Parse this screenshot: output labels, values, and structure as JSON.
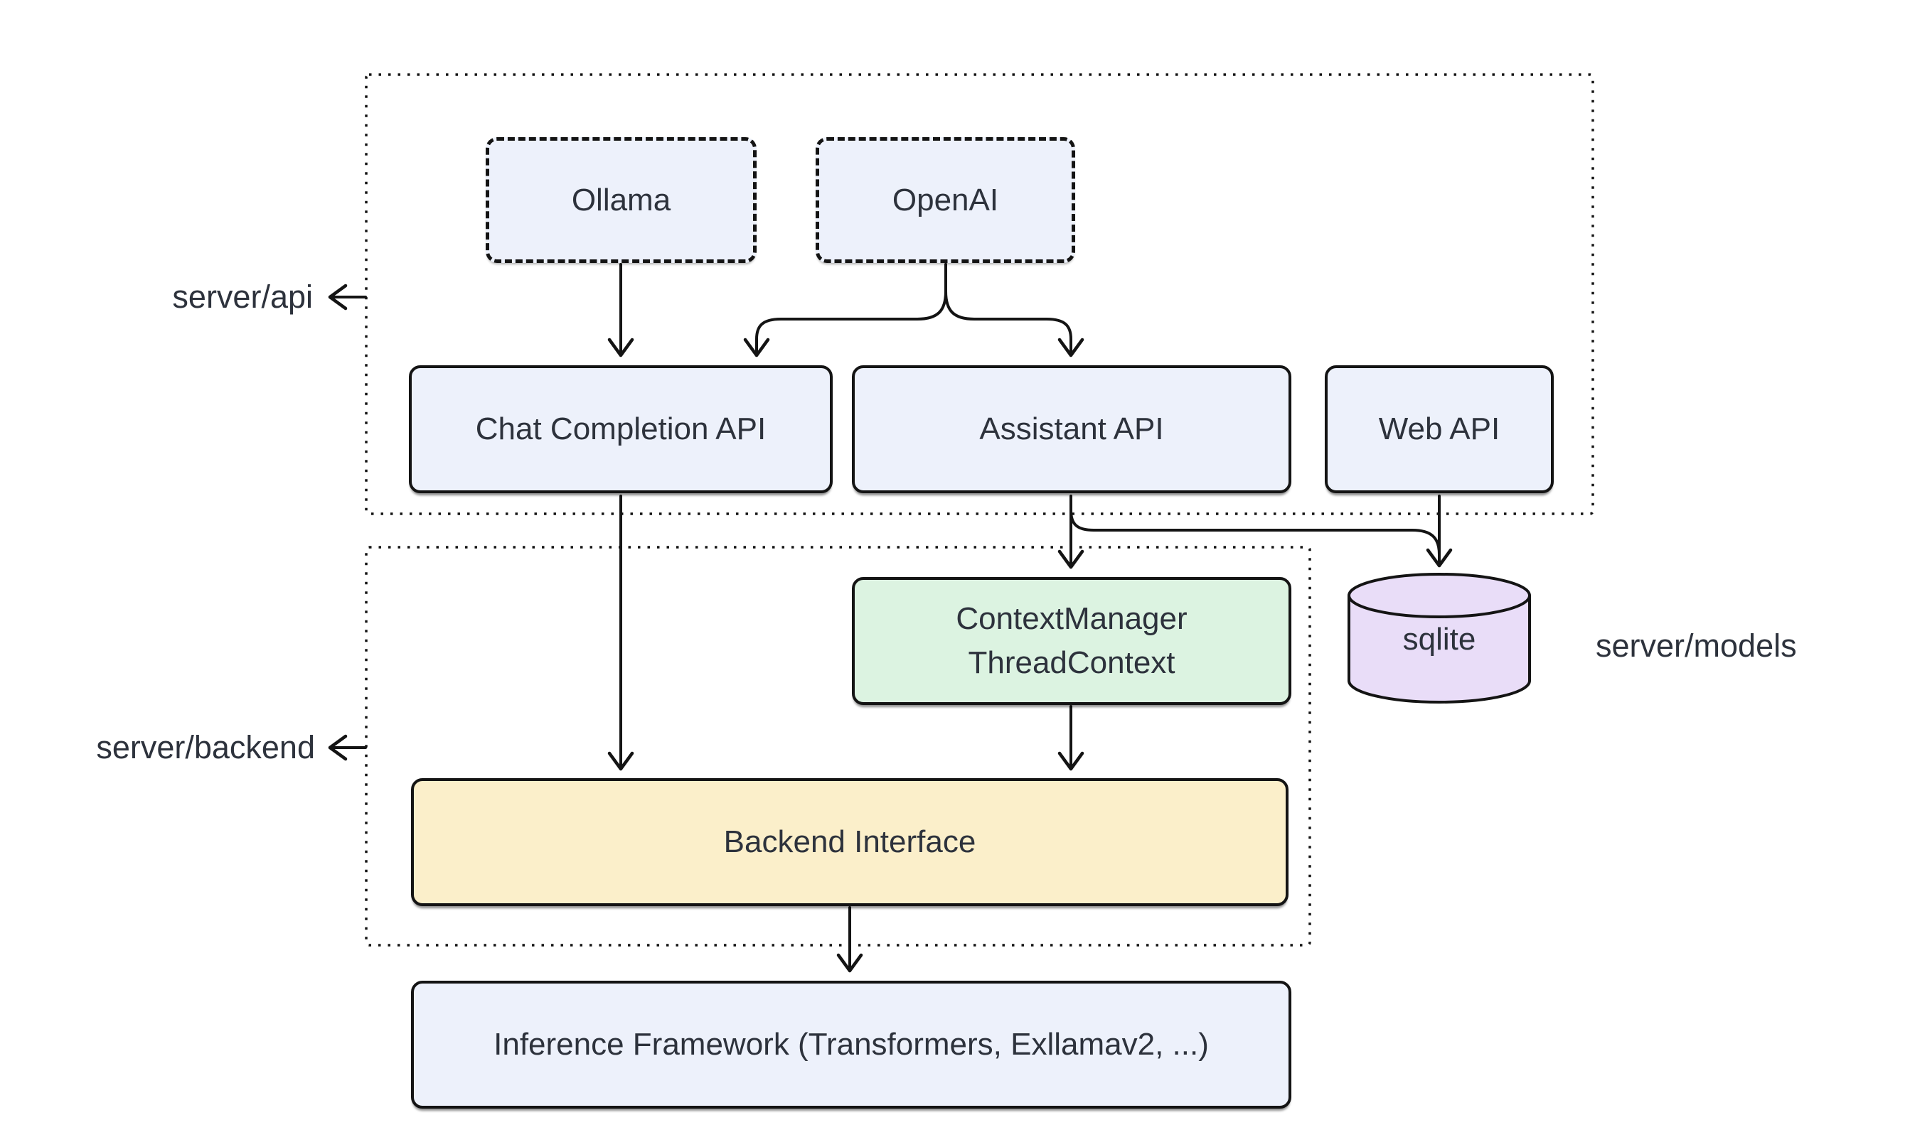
{
  "diagram": {
    "background": "#ffffff",
    "groups": {
      "server_api": {
        "label": "server/api"
      },
      "server_backend": {
        "label": "server/backend"
      },
      "server_models": {
        "label": "server/models"
      }
    },
    "nodes": {
      "ollama": {
        "label": "Ollama",
        "fill": "#edf1fb",
        "border_style": "dashed"
      },
      "openai": {
        "label": "OpenAI",
        "fill": "#edf1fb",
        "border_style": "dashed"
      },
      "chat_completion_api": {
        "label": "Chat Completion API",
        "fill": "#edf1fb",
        "border_style": "solid"
      },
      "assistant_api": {
        "label": "Assistant API",
        "fill": "#edf1fb",
        "border_style": "solid"
      },
      "web_api": {
        "label": "Web API",
        "fill": "#edf1fb",
        "border_style": "solid"
      },
      "context_manager": {
        "label_line1": "ContextManager",
        "label_line2": "ThreadContext",
        "fill": "#dcf3e1",
        "border_style": "solid"
      },
      "sqlite": {
        "label": "sqlite",
        "fill": "#e9ddf8",
        "shape": "database-cylinder"
      },
      "backend_interface": {
        "label": "Backend Interface",
        "fill": "#fbefca",
        "border_style": "solid"
      },
      "inference_framework": {
        "label": "Inference Framework (Transformers, Exllamav2, ...)",
        "fill": "#edf1fb",
        "border_style": "solid"
      }
    },
    "edges": [
      {
        "from": "ollama",
        "to": "chat_completion_api"
      },
      {
        "from": "openai",
        "to": "chat_completion_api"
      },
      {
        "from": "openai",
        "to": "assistant_api"
      },
      {
        "from": "chat_completion_api",
        "to": "backend_interface"
      },
      {
        "from": "assistant_api",
        "to": "context_manager"
      },
      {
        "from": "assistant_api",
        "to": "sqlite"
      },
      {
        "from": "web_api",
        "to": "sqlite"
      },
      {
        "from": "context_manager",
        "to": "backend_interface"
      },
      {
        "from": "backend_interface",
        "to": "inference_framework"
      },
      {
        "from": "server_api_border",
        "to": "server_api_label"
      },
      {
        "from": "server_backend_border",
        "to": "server_backend_label"
      }
    ],
    "colors": {
      "stroke": "#141414",
      "text": "#2d323c",
      "node_blue": "#edf1fb",
      "node_green": "#dcf3e1",
      "node_yellow": "#fbefca",
      "node_purple": "#e9ddf8"
    }
  }
}
